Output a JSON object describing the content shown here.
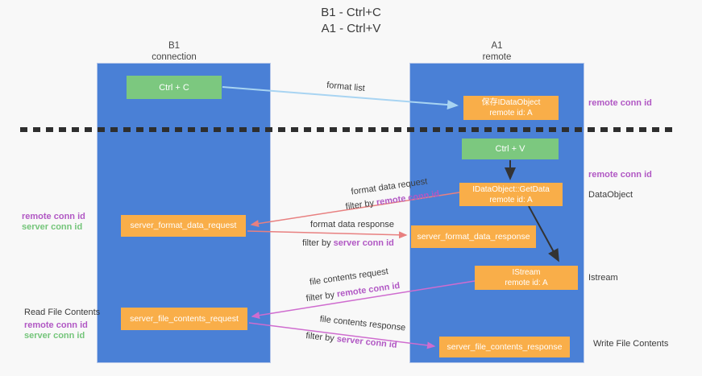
{
  "title": {
    "line1": "B1 - Ctrl+C",
    "line2": "A1 - Ctrl+V"
  },
  "lifelines": {
    "left": {
      "name": "B1",
      "role": "connection"
    },
    "right": {
      "name": "A1",
      "role": "remote"
    }
  },
  "boxes": {
    "ctrl_c": {
      "label": "Ctrl + C"
    },
    "save_idataobject": {
      "line1": "保存IDataObject",
      "line2": "remote id: A"
    },
    "ctrl_v": {
      "label": "Ctrl + V"
    },
    "getdata": {
      "line1": "IDataObject::GetData",
      "line2": "remote id: A"
    },
    "server_format_data_request": {
      "label": "server_format_data_request"
    },
    "server_format_data_response": {
      "label": "server_format_data_response"
    },
    "istream": {
      "line1": "IStream",
      "line2": "remote id: A"
    },
    "server_file_contents_request": {
      "label": "server_file_contents_request"
    },
    "server_file_contents_response": {
      "label": "server_file_contents_response"
    }
  },
  "flow_labels": {
    "format_list": "format list",
    "format_data_request": "format data request",
    "format_data_response": "format data response",
    "file_contents_request": "file contents request",
    "file_contents_response": "file contents response",
    "filter_by": "filter by ",
    "remote_conn_id": "remote conn id",
    "server_conn_id": "server conn id"
  },
  "side_labels": {
    "remote_conn_id": "remote conn id",
    "server_conn_id": "server conn id",
    "dataobject": "DataObject",
    "istream": "Istream",
    "read_file_contents": "Read File Contents",
    "write_file_contents": "Write File Contents"
  },
  "colors": {
    "lifeline_blue": "#4a80d6",
    "action_green": "#7cc87f",
    "message_orange": "#f9ae49",
    "arrow_light_blue": "#a8d4f2",
    "arrow_red": "#e88080",
    "arrow_magenta": "#cf6ccf",
    "arrow_black": "#333333",
    "remote_conn_purple": "#b158c4",
    "server_conn_green": "#74c57a",
    "divider_dash": "#2e2e2e"
  }
}
